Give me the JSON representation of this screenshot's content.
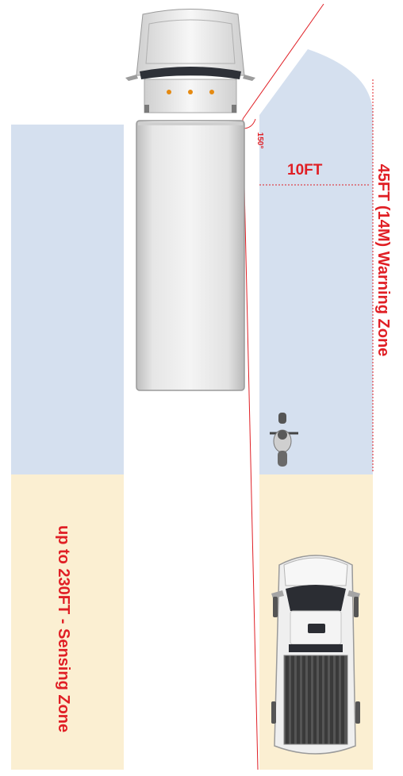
{
  "labels": {
    "warning_zone": "45FT (14M) Warning Zone",
    "sensing_zone": "up to 230FT - Sensing Zone",
    "side_distance": "10FT",
    "angle": "150°"
  },
  "colors": {
    "warning_zone_fill": "#d5e0ef",
    "sensing_zone_fill": "#fbefd2",
    "accent_red": "#e01f25"
  }
}
